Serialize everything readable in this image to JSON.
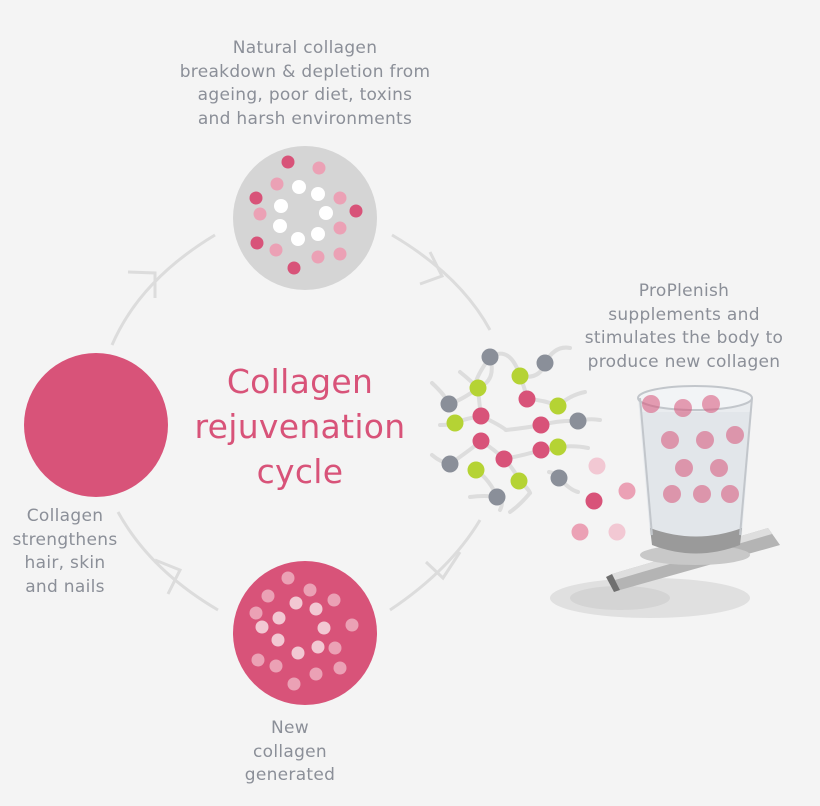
{
  "title": {
    "line1": "Collagen",
    "line2": "rejuvenation",
    "line3": "cycle"
  },
  "labels": {
    "top": [
      "Natural collagen",
      "breakdown & depletion from",
      "ageing, poor diet, toxins",
      "and harsh environments"
    ],
    "right": [
      "ProPlenish",
      "supplements and",
      "stimulates the body to",
      "produce new collagen"
    ],
    "left": [
      "Collagen",
      "strengthens",
      "hair, skin",
      "and nails"
    ],
    "bottom": [
      "New",
      "collagen",
      "generated"
    ]
  },
  "colors": {
    "pink": "#d85379",
    "light_pink": "#eba1b5",
    "pale_pink": "#f2c8d3",
    "grey_circle": "#d5d5d5",
    "grey_dot": "#8a8f99",
    "lime": "#b5d334",
    "text": "#8b8f98",
    "arc": "#dcdcdc"
  }
}
